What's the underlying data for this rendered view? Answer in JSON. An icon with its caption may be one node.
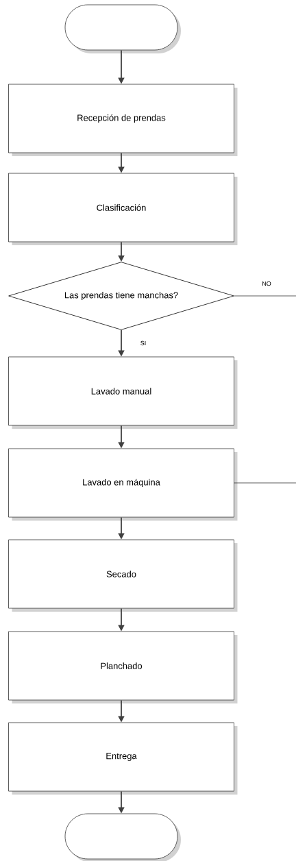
{
  "diagram": {
    "nodes": [
      {
        "text": [],
        "shape": "oval"
      },
      {
        "text": [
          "Recepción de prendas"
        ]
      },
      {
        "text": [
          "Clasificación"
        ]
      },
      {
        "text": [
          "Las prendas tiene manchas?"
        ]
      },
      {
        "text": [
          "Lavado manual"
        ]
      },
      {
        "text": [
          "Lavado en máquina"
        ]
      },
      {
        "text": [
          "Secado"
        ]
      },
      {
        "text": [
          "Planchado"
        ]
      },
      {
        "text": [
          "Entrega"
        ]
      },
      {
        "text": [],
        "shape": "oval"
      }
    ],
    "edges": [
      {
        "from": 0,
        "to": 1,
        "arrow": "to"
      },
      {
        "from": 1,
        "to": 2,
        "arrow": "to"
      },
      {
        "from": 2,
        "to": 3,
        "arrow": "to"
      },
      {
        "from": 3,
        "to": 4,
        "arrow": "to",
        "label": "SI"
      },
      {
        "from": 3,
        "to": null,
        "arrow": "none",
        "label": "NO",
        "color": "#333333"
      },
      {
        "from": 4,
        "to": 5,
        "arrow": "to"
      },
      {
        "from": 5,
        "to": null,
        "arrow": "none",
        "color": "#333333"
      },
      {
        "from": 5,
        "to": 6,
        "arrow": "to"
      },
      {
        "from": 6,
        "to": 7,
        "arrow": "to"
      },
      {
        "from": 7,
        "to": 8,
        "arrow": "to"
      },
      {
        "from": 8,
        "to": 9,
        "arrow": "to"
      }
    ]
  }
}
